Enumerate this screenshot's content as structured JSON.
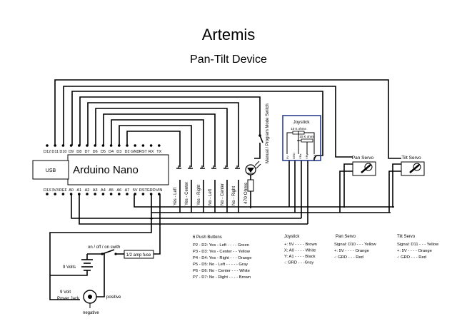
{
  "header": {
    "title": "Artemis",
    "subtitle": "Pan-Tilt Device"
  },
  "arduino": {
    "label": "Arduino Nano",
    "usb_label": "USB",
    "top_pins": [
      "D12",
      "D11",
      "D10",
      "D9",
      "D8",
      "D7",
      "D6",
      "D5",
      "D4",
      "D3",
      "D2",
      "GND",
      "RST",
      "RX",
      "TX"
    ],
    "bottom_pins": [
      "D13",
      "3V3",
      "REF",
      "A0",
      "A1",
      "A2",
      "A3",
      "A4",
      "A5",
      "A6",
      "A7",
      "5V",
      "RST",
      "GRD",
      "VIN"
    ]
  },
  "buttons_labels": [
    "Yes - Left",
    "Yes - Center",
    "Yes - Right",
    "No - Left",
    "No - Center",
    "No - Right"
  ],
  "resistor_label": "470 Ohms",
  "switch_label": "Manual / Program Mode Switch",
  "joystick": {
    "title": "Joystick",
    "pot1": "10 K ohms",
    "pot2": "10 K ohms",
    "pins": [
      "5V",
      "GRD",
      "VRx",
      "VRy",
      "SW"
    ]
  },
  "pan_servo_label": "Pan Servo",
  "tilt_servo_label": "Tilt Servo",
  "power": {
    "switch_label": "on / off / on swith",
    "fuse_label": "1/2 amp fuse",
    "battery_label": "9 Volts",
    "jack_label_1": "9 Volt",
    "jack_label_2": "Power Jack",
    "positive": "positive",
    "negative": "negative"
  },
  "legend": {
    "push_buttons": {
      "title": "6 Push Buttons",
      "lines": [
        "P2 - D2:  Yes - Left - - - - Green",
        "P3 - D3:  Yes - Center - - Yellow",
        "P4 - D4:  Yes - Right - - - Orange",
        "P5 - D5:  No - Left - - - - - Gray",
        "P6 - D6:  No - Center - - - White",
        "P7 - D7:  No - Right - - - - Brown"
      ]
    },
    "joystick": {
      "title": "Joystick",
      "lines": [
        "+:  5V - - - - Brown",
        "X:  A0 - - - - White",
        "Y:  A1 - - - - Black",
        "-:  GRD - - -Gray"
      ]
    },
    "pan_servo": {
      "title": "Pan Servo",
      "lines": [
        "Signal: D10 - - - Yellow",
        "+: 5V - - - - Orange",
        "-: GRD - - -  Red"
      ]
    },
    "tilt_servo": {
      "title": "Tilt Servo",
      "lines": [
        "Signal: D11 - - - Yellow",
        "+: 5V - - - - Orange",
        "-: GRD - - -  Red"
      ]
    }
  },
  "colors": {
    "line": "#000000",
    "joystick_box": "#2b3f8f"
  }
}
